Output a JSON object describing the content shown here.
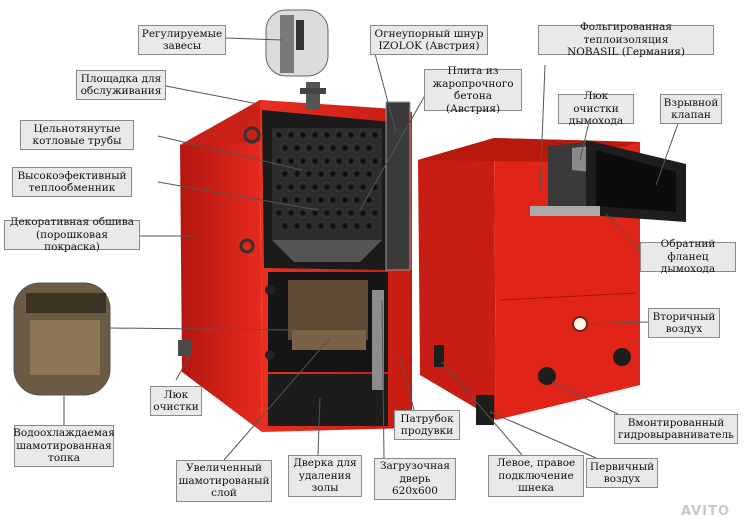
{
  "labels": {
    "regul_zavesy": "Регулируемые\nзавесы",
    "ogneupor_shnur": "Огнеупорный шнур\nIZOLOK (Австрия)",
    "folga_teploizol": "Фольгированная теплоизоляция\nNOBASIL (Германия)",
    "ploshadka": "Площадка для\nобслуживания",
    "plita_beton": "Плита из\nжаропрочного\nбетона (Австрия)",
    "lyuk_dymohoda": "Люк очистки\nдымохода",
    "vzryvnoy_klapan": "Взрывной\nклапан",
    "kotlovye_truby": "Цельнотянутые\nкотловые трубы",
    "teploobmennik": "Высокоэфективный\nтеплообменник",
    "obshivka": "Декоративная обшива\n(порошковая покраска)",
    "flanec": "Обратний фланец\nдымохода",
    "vtorichny_vozduh": "Вторичный\nвоздух",
    "lyuk_ochistki": "Люк\nочистки",
    "patrubok": "Патрубок\nпродувки",
    "gidrovyravn": "Вмонтированный\nгидровыравниватель",
    "topka": "Водоохлаждаемая\nшамотированная\nтопка",
    "shamot_sloy": "Увеличенный\nшамотированый\nслой",
    "dverka_zola": "Дверка для\nудаления\nзолы",
    "zagruz_dver": "Загрузочная\nдверь\n620х600",
    "shnek": "Левое, правое\nподключение\nшнека",
    "pervichny_vozduh": "Первичный\nвоздух"
  },
  "watermark": "AVITO",
  "colors": {
    "boiler_red": "#e2231a",
    "dark_red": "#a8130d",
    "label_bg": "#e9e9ea",
    "line": "#555555"
  }
}
